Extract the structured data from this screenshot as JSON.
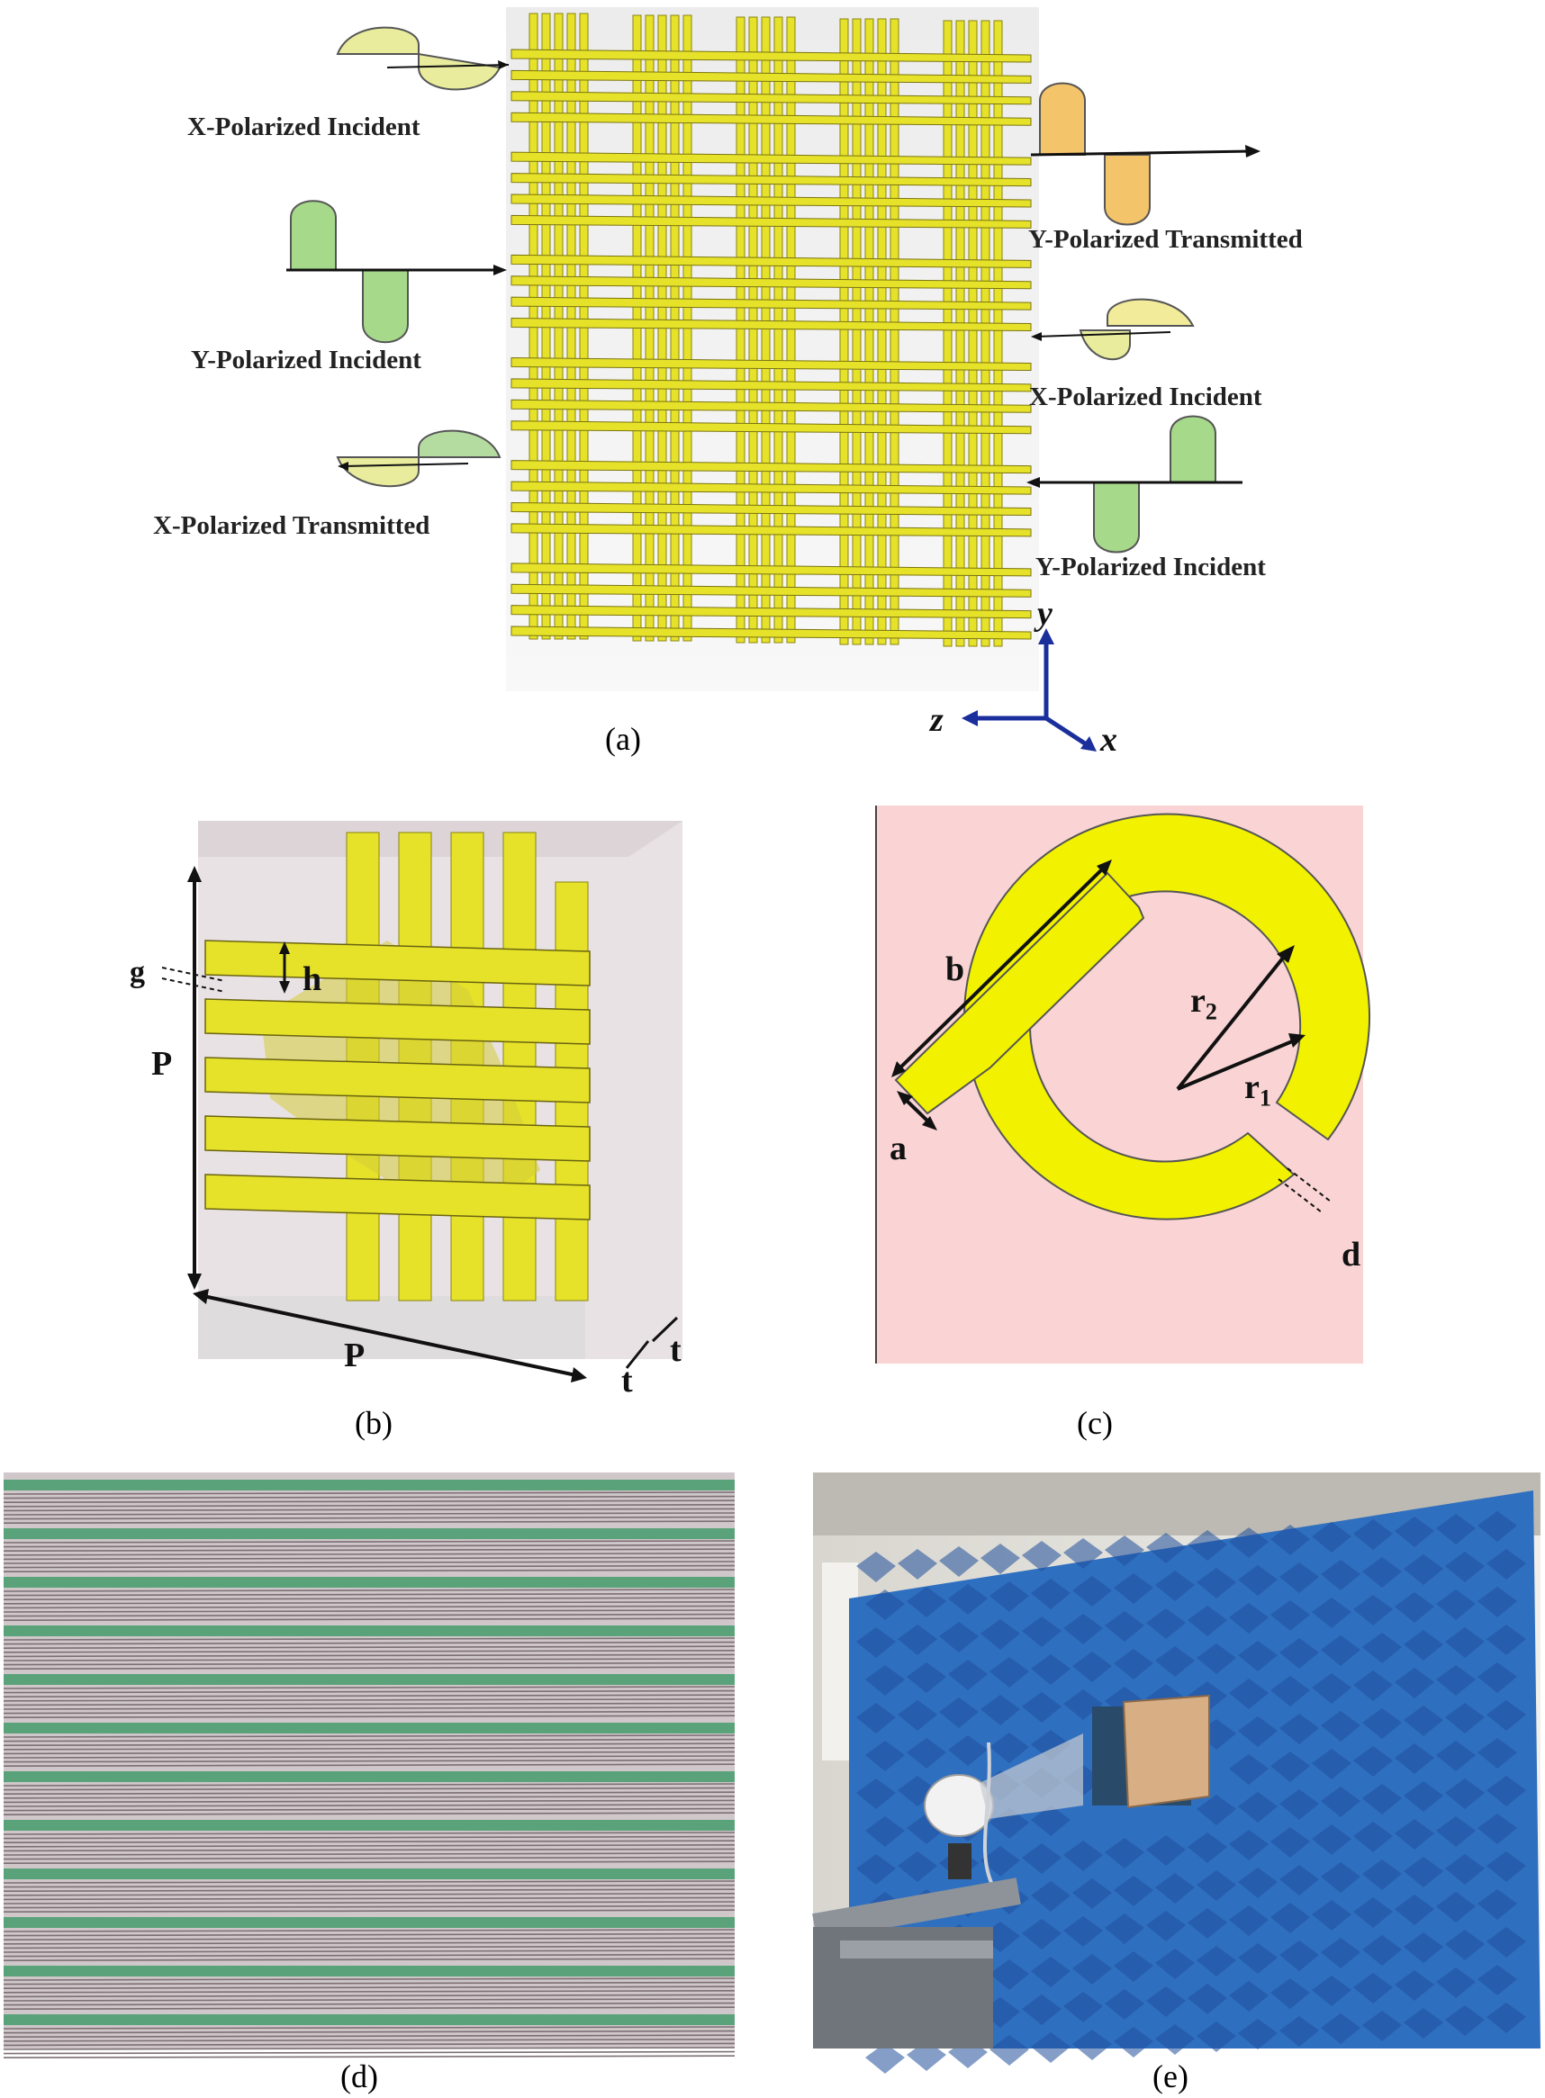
{
  "panel_a": {
    "labels": {
      "x_incident_left": "X-Polarized Incident",
      "y_incident_left": "Y-Polarized Incident",
      "x_transmitted_left": "X-Polarized Transmitted",
      "y_transmitted_right": "Y-Polarized Transmitted",
      "x_incident_right": "X-Polarized Incident",
      "y_incident_right": "Y-Polarized Incident"
    },
    "axes": {
      "y": "y",
      "z": "z",
      "x": "x"
    },
    "caption": "(a)"
  },
  "panel_b": {
    "dims": {
      "g": "g",
      "h": "h",
      "p_vertical": "P",
      "p_horizontal": "P",
      "t1": "t",
      "t2": "t"
    },
    "caption": "(b)"
  },
  "panel_c": {
    "dims": {
      "b": "b",
      "a": "a",
      "r2": "r",
      "r2_sub": "2",
      "r1": "r",
      "r1_sub": "1",
      "d": "d"
    },
    "caption": "(c)"
  },
  "panel_d": {
    "caption": "(d)"
  },
  "panel_e": {
    "caption": "(e)"
  },
  "colors": {
    "metal_yellow": "#e6e22a",
    "x_wave_fill": "#e8ec9c",
    "y_wave_orange": "#f4c46a",
    "y_wave_green": "#a6d98a",
    "substrate_pink": "#fad4d4",
    "pcb_green": "#5aa27a",
    "absorber_blue": "#2f6fc0",
    "axis_blue": "#1a2e9c"
  }
}
